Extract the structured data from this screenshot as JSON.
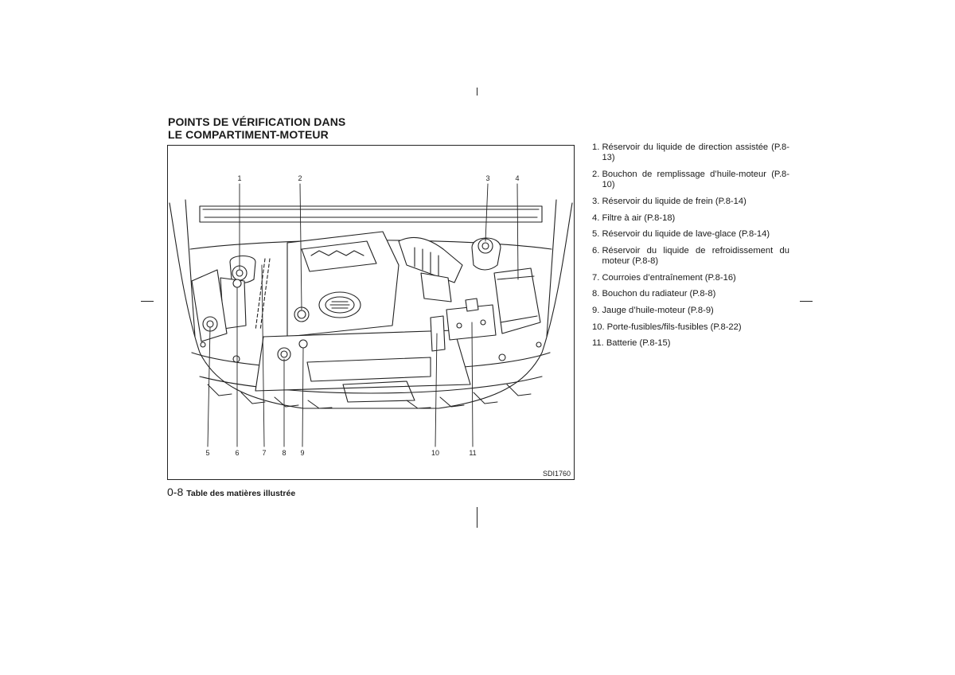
{
  "page": {
    "title_line1": "POINTS DE VÉRIFICATION DANS",
    "title_line2": "LE COMPARTIMENT-MOTEUR",
    "figure_code": "SDI1760",
    "page_number": "0-8",
    "section_title": "Table des matières illustrée"
  },
  "callouts": {
    "top": [
      "1",
      "2",
      "3",
      "4"
    ],
    "bottom": [
      "5",
      "6",
      "7",
      "8",
      "9",
      "10",
      "11"
    ]
  },
  "items": [
    {
      "num": "1. ",
      "text": "Réservoir du liquide de direction assistée (P.8-13)"
    },
    {
      "num": "2. ",
      "text": "Bouchon de remplissage d’huile-moteur (P.8-10)"
    },
    {
      "num": "3. ",
      "text": "Réservoir du liquide de frein (P.8-14)"
    },
    {
      "num": "4. ",
      "text": "Filtre à air (P.8-18)"
    },
    {
      "num": "5. ",
      "text": "Réservoir du liquide de lave-glace (P.8-14)"
    },
    {
      "num": "6. ",
      "text": "Réservoir du liquide de refroidissement du moteur (P.8-8)"
    },
    {
      "num": "7. ",
      "text": "Courroies d’entraînement (P.8-16)"
    },
    {
      "num": "8. ",
      "text": "Bouchon du radiateur (P.8-8)"
    },
    {
      "num": "9. ",
      "text": "Jauge d’huile-moteur (P.8-9)"
    },
    {
      "num": "10. ",
      "text": "Porte-fusibles/fils-fusibles (P.8-22)"
    },
    {
      "num": "11. ",
      "text": "Batterie (P.8-15)"
    }
  ]
}
